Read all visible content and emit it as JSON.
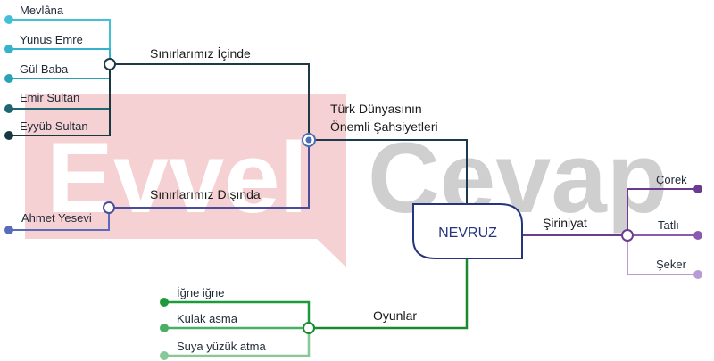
{
  "watermark": {
    "part1": "Evvel",
    "part2": "Cevap",
    "color1": "#e8a3a5",
    "color2": "#c8c8c8"
  },
  "center": {
    "label": "NEVRUZ",
    "color": "#24357d"
  },
  "branches": {
    "sahsiyetler": {
      "label_line1": "Türk Dünyasının",
      "label_line2": "Önemli Şahsiyetleri",
      "color": "#1b3a4e",
      "node_color": "#4a6fb3",
      "sub_inside": {
        "label": "Sınırlarımız İçinde",
        "color": "#1e3a48",
        "items": [
          {
            "label": "Mevlâna",
            "color": "#44c0d6"
          },
          {
            "label": "Yunus Emre",
            "color": "#36b3cc"
          },
          {
            "label": "Gül Baba",
            "color": "#2aa2b6"
          },
          {
            "label": "Emir Sultan",
            "color": "#1f6670"
          },
          {
            "label": "Eyyüb Sultan",
            "color": "#173840"
          }
        ]
      },
      "sub_outside": {
        "label": "Sınırlarımız Dışında",
        "color": "#4a4e9a",
        "items": [
          {
            "label": "Ahmet Yesevi",
            "color": "#5a6cb8"
          }
        ]
      }
    },
    "siriniyat": {
      "label": "Şiriniyat",
      "color": "#6a3d8e",
      "items": [
        {
          "label": "Çörek",
          "color": "#6b3b92"
        },
        {
          "label": "Tatlı",
          "color": "#8a5aae"
        },
        {
          "label": "Şeker",
          "color": "#b89ad4"
        }
      ]
    },
    "oyunlar": {
      "label": "Oyunlar",
      "color": "#1a8a30",
      "items": [
        {
          "label": "İğne iğne",
          "color": "#1e9a3c"
        },
        {
          "label": "Kulak asma",
          "color": "#4aae64"
        },
        {
          "label": "Suya yüzük atma",
          "color": "#86c896"
        }
      ]
    }
  }
}
